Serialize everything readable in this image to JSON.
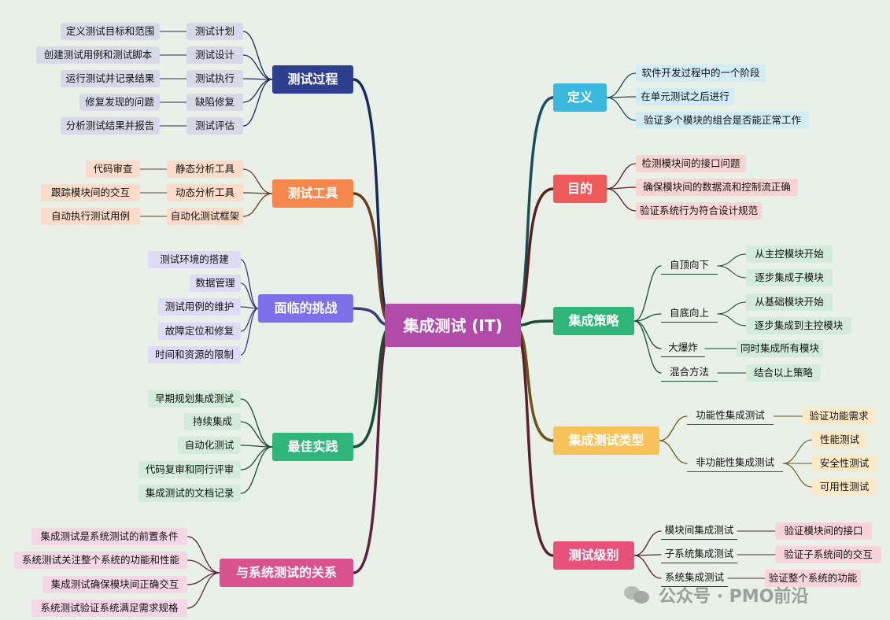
{
  "root": {
    "label": "集成测试 (IT)"
  },
  "left_branches": [
    {
      "label": "测试过程",
      "color": "#2e3f8f",
      "link_color": "#1b2a5c",
      "items": [
        {
          "label": "测试计划",
          "leaf": "定义测试目标和范围"
        },
        {
          "label": "测试设计",
          "leaf": "创建测试用例和测试脚本"
        },
        {
          "label": "测试执行",
          "leaf": "运行测试并记录结果"
        },
        {
          "label": "缺陷修复",
          "leaf": "修复发现的问题"
        },
        {
          "label": "测试评估",
          "leaf": "分析测试结果并报告"
        }
      ]
    },
    {
      "label": "测试工具",
      "color": "#f5884a",
      "link_color": "#6a3b1c",
      "items": [
        {
          "label": "静态分析工具",
          "leaf": "代码审查"
        },
        {
          "label": "动态分析工具",
          "leaf": "跟踪模块间的交互"
        },
        {
          "label": "自动化测试框架",
          "leaf": "自动执行测试用例"
        }
      ]
    },
    {
      "label": "面临的挑战",
      "color": "#7c6fe8",
      "link_color": "#3d3a7a",
      "items": [
        {
          "label": "测试环境的搭建"
        },
        {
          "label": "数据管理"
        },
        {
          "label": "测试用例的维护"
        },
        {
          "label": "故障定位和修复"
        },
        {
          "label": "时间和资源的限制"
        }
      ]
    },
    {
      "label": "最佳实践",
      "color": "#2fb57a",
      "link_color": "#174d34",
      "items": [
        {
          "label": "早期规划集成测试"
        },
        {
          "label": "持续集成"
        },
        {
          "label": "自动化测试"
        },
        {
          "label": "代码复审和同行评审"
        },
        {
          "label": "集成测试的文档记录"
        }
      ]
    },
    {
      "label": "与系统测试的关系",
      "color": "#d9528f",
      "link_color": "#5c2140",
      "items": [
        {
          "label": "集成测试是系统测试的前置条件"
        },
        {
          "label": "系统测试关注整个系统的功能和性能"
        },
        {
          "label": "集成测试确保模块间正确交互"
        },
        {
          "label": "系统测试验证系统满足需求规格"
        }
      ]
    }
  ],
  "right_branches": [
    {
      "label": "定义",
      "color": "#3ab8e0",
      "link_color": "#1a4d5e",
      "items": [
        {
          "label": "软件开发过程中的一个阶段"
        },
        {
          "label": "在单元测试之后进行"
        },
        {
          "label": "验证多个模块的组合是否能正常工作"
        }
      ]
    },
    {
      "label": "目的",
      "color": "#ee5a5a",
      "link_color": "#5c1f1f",
      "items": [
        {
          "label": "检测模块间的接口问题"
        },
        {
          "label": "确保模块间的数据流和控制流正确"
        },
        {
          "label": "验证系统行为符合设计规范"
        }
      ]
    },
    {
      "label": "集成策略",
      "color": "#2fb57a",
      "link_color": "#174d34",
      "items": [
        {
          "label": "自顶向下",
          "leaves": [
            "从主控模块开始",
            "逐步集成子模块"
          ]
        },
        {
          "label": "自底向上",
          "leaves": [
            "从基础模块开始",
            "逐步集成到主控模块"
          ]
        },
        {
          "label": "大爆炸",
          "leaves": [
            "同时集成所有模块"
          ]
        },
        {
          "label": "混合方法",
          "leaves": [
            "结合以上策略"
          ]
        }
      ]
    },
    {
      "label": "集成测试类型",
      "color": "#f7c25a",
      "link_color": "#6b5418",
      "items": [
        {
          "label": "功能性集成测试",
          "leaves": [
            "验证功能需求"
          ]
        },
        {
          "label": "非功能性集成测试",
          "leaves": [
            "性能测试",
            "安全性测试",
            "可用性测试"
          ]
        }
      ]
    },
    {
      "label": "测试级别",
      "color": "#e8527a",
      "link_color": "#5c1f33",
      "items": [
        {
          "label": "模块间集成测试",
          "leaves": [
            "验证模块间的接口"
          ]
        },
        {
          "label": "子系统集成测试",
          "leaves": [
            "验证子系统间的交互"
          ]
        },
        {
          "label": "系统集成测试",
          "leaves": [
            "验证整个系统的功能"
          ]
        }
      ]
    }
  ],
  "colors": {
    "background": "#e8f0e7",
    "root": "#b14aa8",
    "sub_bg": {
      "测试过程": "#d7d9e8",
      "测试工具": "#fbdccb",
      "面临的挑战": "#dfdbf7",
      "最佳实践": "#d3ecd9",
      "与系统测试的关系": "#f5d6e4",
      "定义": "#d2ecf5",
      "目的": "#f8d5d3",
      "集成策略": "#d3ecd9",
      "集成测试类型": "#fbe9c8",
      "测试级别": "#f8d3dc"
    }
  },
  "watermark": {
    "label": "公众号 · PMO前沿",
    "icon": "wechat-icon"
  }
}
